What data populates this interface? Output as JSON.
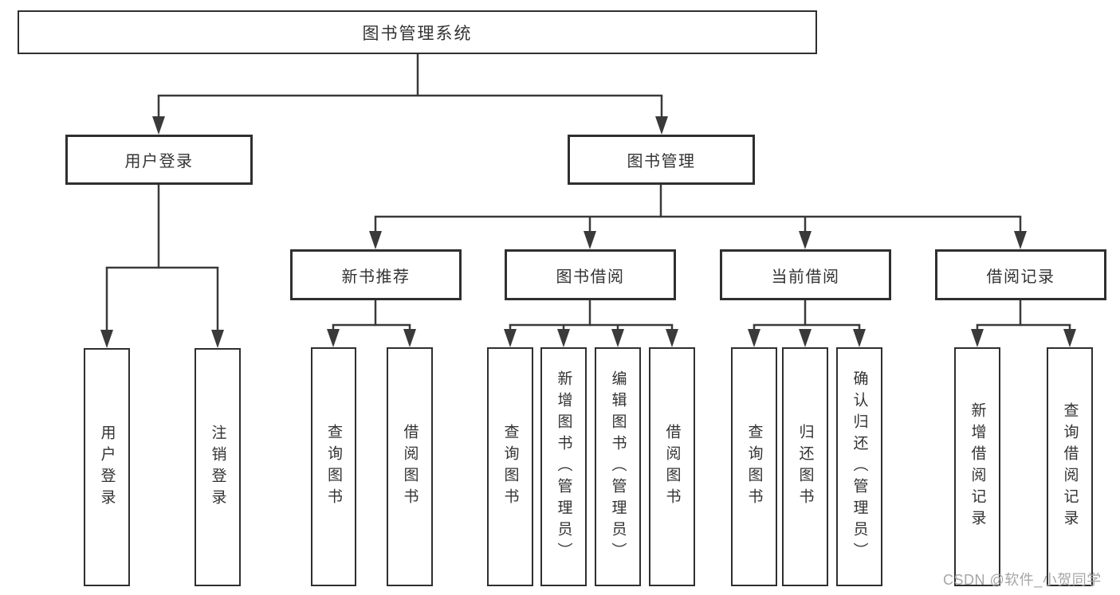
{
  "diagram_title": "图书管理系统",
  "colors": {
    "line": "#3a3a3a",
    "box_border": "#2f2f2f",
    "text": "#333333",
    "watermark": "#a6a6a6",
    "background": "#ffffff"
  },
  "tree": {
    "label": "图书管理系统",
    "children": [
      {
        "label": "用户登录",
        "children": [
          {
            "label": "用户登录"
          },
          {
            "label": "注销登录"
          }
        ]
      },
      {
        "label": "图书管理",
        "children": [
          {
            "label": "新书推荐",
            "children": [
              {
                "label": "查询图书"
              },
              {
                "label": "借阅图书"
              }
            ]
          },
          {
            "label": "图书借阅",
            "children": [
              {
                "label": "查询图书"
              },
              {
                "label": "新增图书（管理员）"
              },
              {
                "label": "编辑图书（管理员）"
              },
              {
                "label": "借阅图书"
              }
            ]
          },
          {
            "label": "当前借阅",
            "children": [
              {
                "label": "查询图书"
              },
              {
                "label": "归还图书"
              },
              {
                "label": "确认归还（管理员）"
              }
            ]
          },
          {
            "label": "借阅记录",
            "children": [
              {
                "label": "新增借阅记录"
              },
              {
                "label": "查询借阅记录"
              }
            ]
          }
        ]
      }
    ]
  },
  "watermark": {
    "text": "CSDN @软件_小贺同学"
  }
}
